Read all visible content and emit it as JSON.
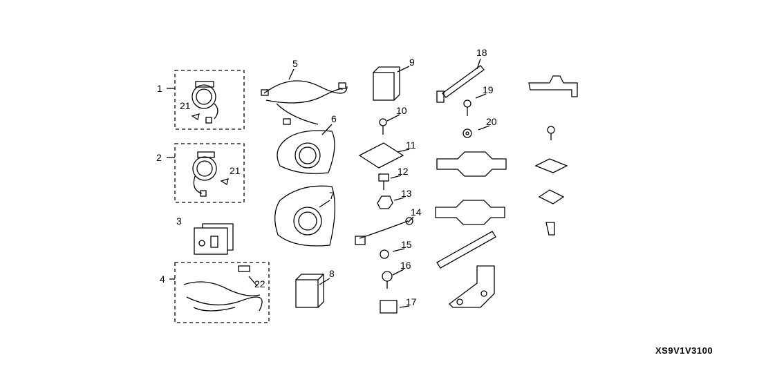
{
  "diagram_code": "XS9V1V3100",
  "callouts": [
    "1",
    "21",
    "2",
    "21",
    "3",
    "4",
    "22",
    "5",
    "6",
    "7",
    "8",
    "9",
    "10",
    "11",
    "12",
    "13",
    "14",
    "15",
    "16",
    "17",
    "18",
    "19",
    "20"
  ]
}
